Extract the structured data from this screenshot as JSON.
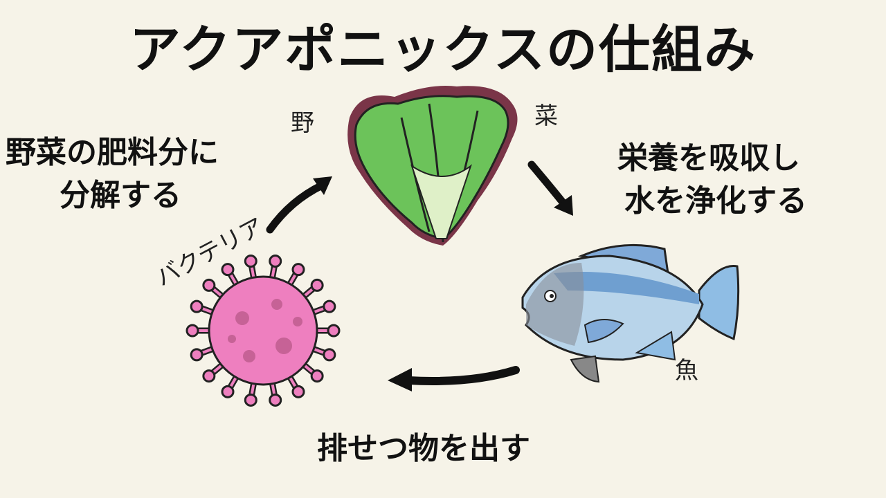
{
  "title": "アクアポニックスの仕組み",
  "captions": {
    "bacteria_step": [
      "野菜の肥料分に",
      "分解する"
    ],
    "vegetable_step": [
      "栄養を吸収し",
      "水を浄化する"
    ],
    "fish_step": "排せつ物を出す"
  },
  "labels": {
    "vegetable_left": "野",
    "vegetable_right": "菜",
    "bacteria": "バクテリア",
    "fish": "魚"
  },
  "colors": {
    "background": "#f6f3e8",
    "lettuce": "#6cc35a",
    "lettuce_edge": "#7a3548",
    "fish": "#a9cbe6",
    "bacteria": "#ee7fbf"
  }
}
